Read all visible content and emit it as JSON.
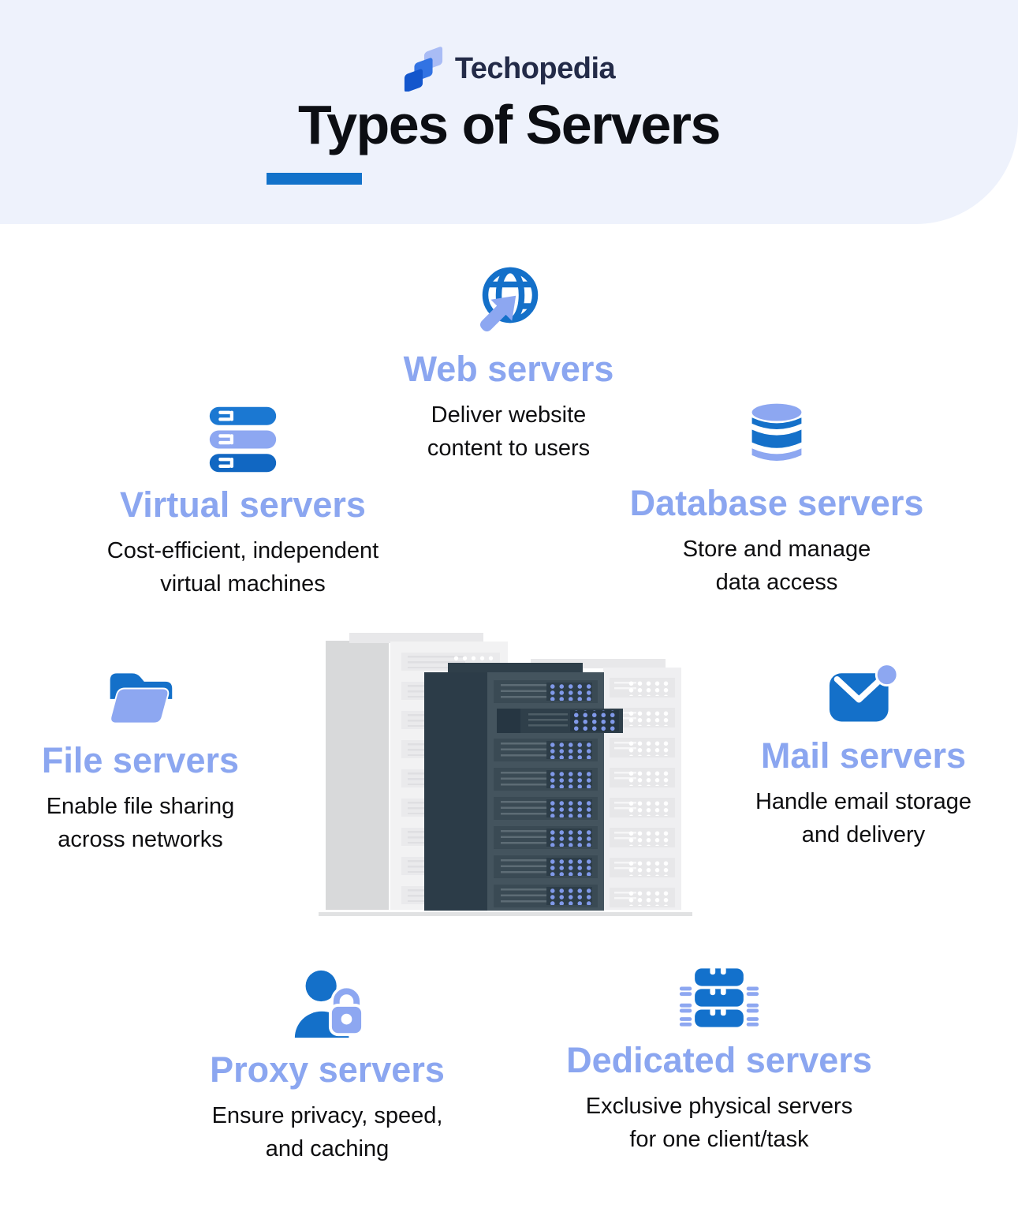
{
  "brand": {
    "name": "Techopedia"
  },
  "header": {
    "title": "Types of Servers"
  },
  "sections": {
    "web": {
      "title": "Web servers",
      "line1": "Deliver website",
      "line2": "content to users"
    },
    "virtual": {
      "title": "Virtual servers",
      "line1": "Cost-efficient, independent",
      "line2": "virtual machines"
    },
    "database": {
      "title": "Database servers",
      "line1": "Store and manage",
      "line2": "data access"
    },
    "file": {
      "title": "File servers",
      "line1": "Enable file sharing",
      "line2": "across networks"
    },
    "mail": {
      "title": "Mail servers",
      "line1": "Handle email storage",
      "line2": "and delivery"
    },
    "proxy": {
      "title": "Proxy servers",
      "line1": "Ensure privacy, speed,",
      "line2": "and caching"
    },
    "dedicated": {
      "title": "Dedicated servers",
      "line1": "Exclusive physical servers",
      "line2": "for one client/task"
    }
  },
  "icons": {
    "brand_logo": "techopedia-logo-icon",
    "web": "globe-cursor-icon",
    "virtual": "server-stack-icon",
    "database": "database-cylinder-icon",
    "file": "open-folder-icon",
    "mail": "envelope-notification-icon",
    "proxy": "user-lock-icon",
    "dedicated": "dedicated-server-icon",
    "center": "server-rack-towers-illustration"
  },
  "colors": {
    "header_bg": "#eef2fc",
    "accent_underline": "#1272ca",
    "brand_navy": "#232b48",
    "title_black": "#0c0e13",
    "section_heading": "#8ba6f0",
    "icon_blue": "#1470c9",
    "icon_periwinkle": "#8da7f1",
    "body_text": "#0e0e10",
    "rack_dark": "#2c3c48",
    "rack_mid": "#44545e",
    "tower_gray": "#d8d9da",
    "tower_light": "#f2f2f3"
  }
}
